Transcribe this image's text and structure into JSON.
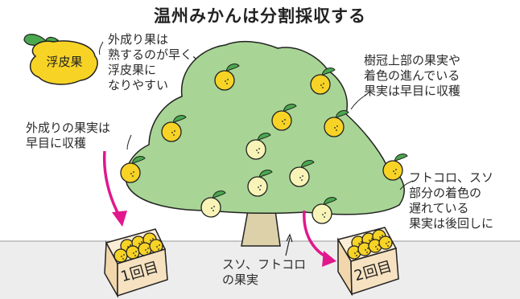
{
  "title": "温州みかんは分割採収する",
  "colors": {
    "tree": "#a8d595",
    "trunk": "#ddd1aa",
    "ground": "#ededed",
    "fruit_ripe": "#f7d326",
    "fruit_pale": "#f8f4b8",
    "leaf": "#4aa84e",
    "arrow": "#e0188c",
    "box": "#f6e2c0",
    "outline": "#222222"
  },
  "labels": {
    "ukikawa_tag": "浮皮果",
    "outer_fruit_note": "外成り果は\n熟するのが早く、\n浮皮果に\nなりやすい",
    "canopy_note": "樹冠上部の果実や\n着色の進んでいる\n果実は早目に収穫",
    "outer_harvest_note": "外成りの果実は\n早目に収穫",
    "inner_note": "フトコロ、スソ\n部分の着色の\n遅れている\n果実は後回しに",
    "bottom_note": "スソ、フトコロ\nの果実",
    "box1": "1回目",
    "box2": "2回目"
  }
}
